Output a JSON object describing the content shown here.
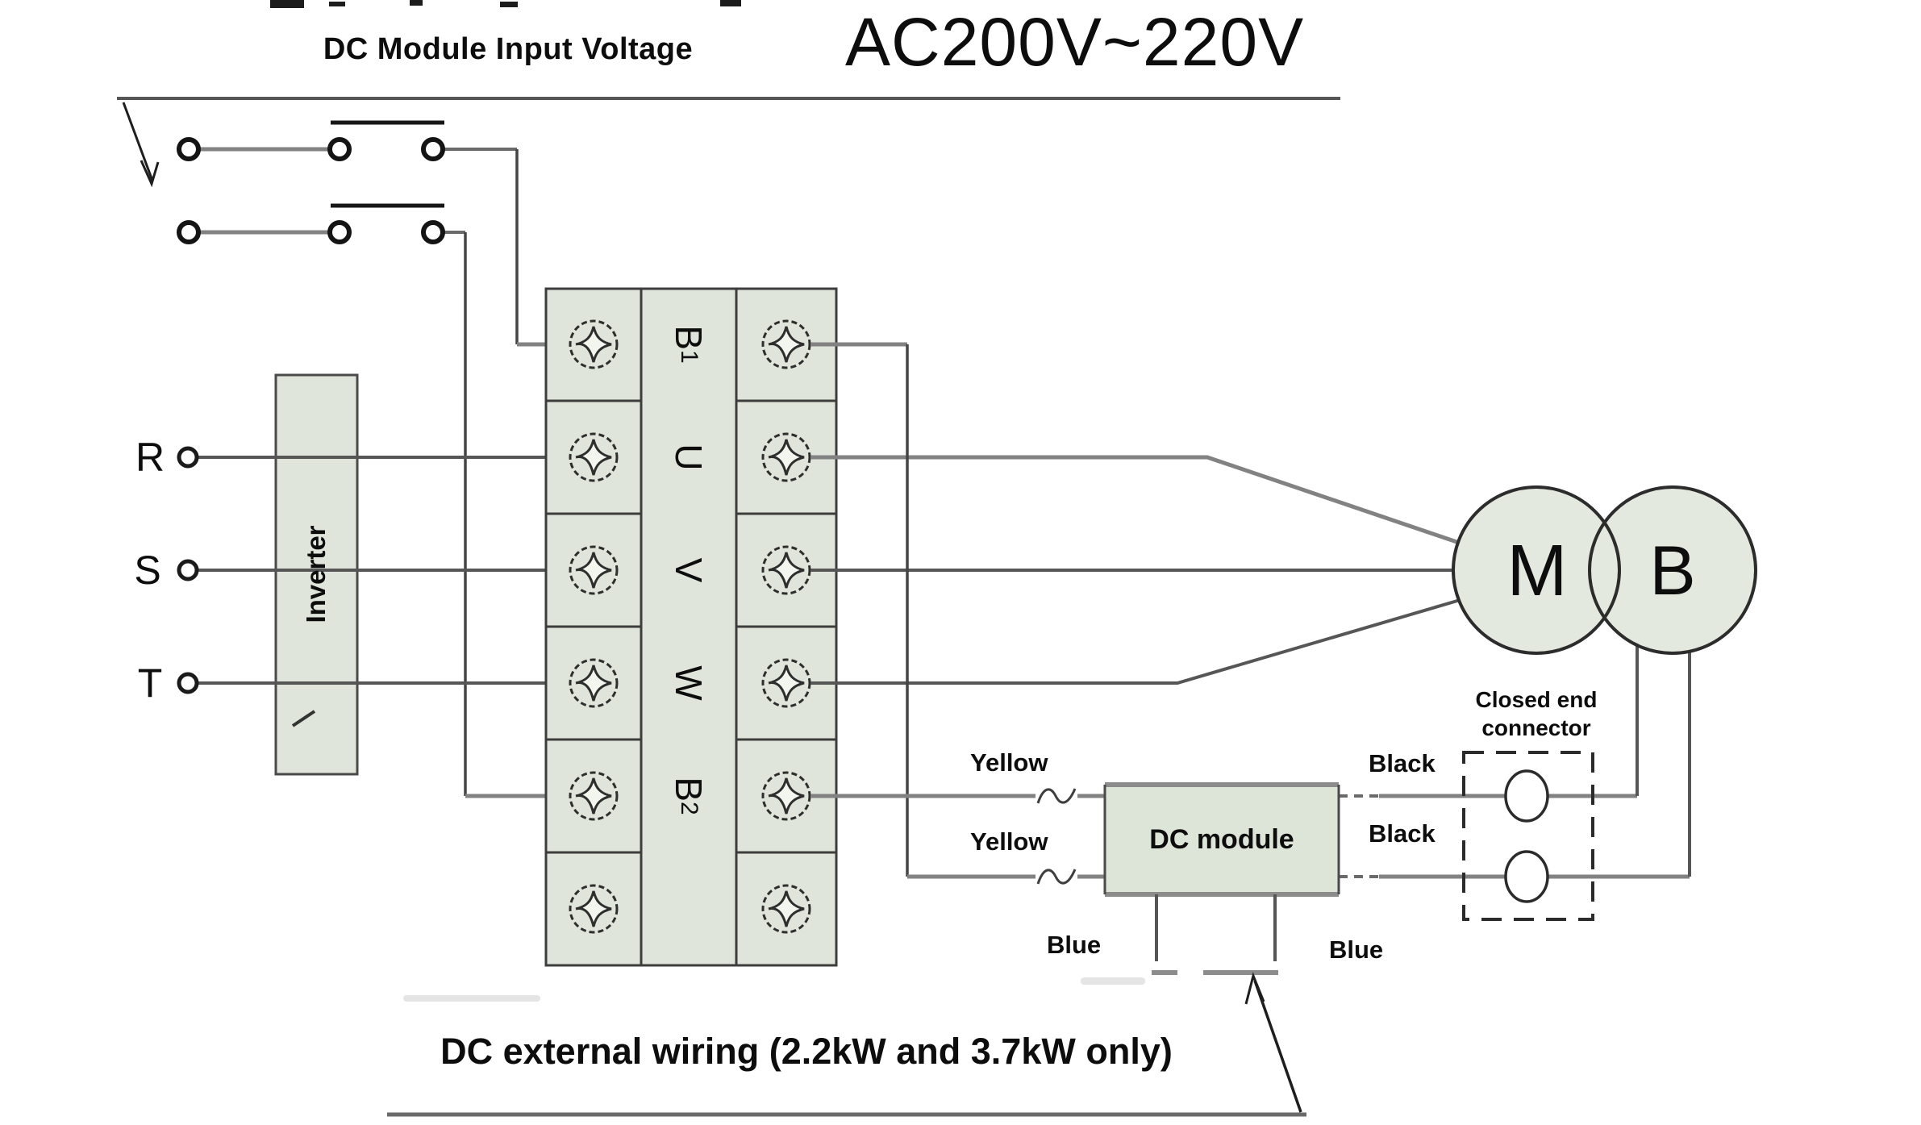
{
  "header": {
    "title": "DC Module Input Voltage",
    "voltage": "AC200V~220V"
  },
  "caption": "DC external wiring (2.2kW and 3.7kW only)",
  "inverter": {
    "label": "Inverter"
  },
  "phases": [
    {
      "label": "R"
    },
    {
      "label": "S"
    },
    {
      "label": "T"
    }
  ],
  "terminal_block": {
    "rows": [
      {
        "main": "B",
        "sub": "1"
      },
      {
        "main": "U",
        "sub": ""
      },
      {
        "main": "V",
        "sub": ""
      },
      {
        "main": "W",
        "sub": ""
      },
      {
        "main": "B",
        "sub": "2"
      },
      {
        "main": "",
        "sub": ""
      }
    ]
  },
  "motor": {
    "label": "M"
  },
  "brake": {
    "label": "B"
  },
  "dc_module": {
    "label": "DC module"
  },
  "closed_end_connector": {
    "line1": "Closed end",
    "line2": "connector"
  },
  "wire_labels": {
    "yellow_top": "Yellow",
    "yellow_bottom": "Yellow",
    "black_top": "Black",
    "black_bottom": "Black",
    "blue_left": "Blue",
    "blue_right": "Blue"
  },
  "colors": {
    "panel_fill": "#dfe5da",
    "circle_fill": "#e4e9e0",
    "wire_gray": "#828282",
    "wire_mid": "#565656",
    "line_dark": "#2c2c2c",
    "text": "#0d0d0d"
  }
}
